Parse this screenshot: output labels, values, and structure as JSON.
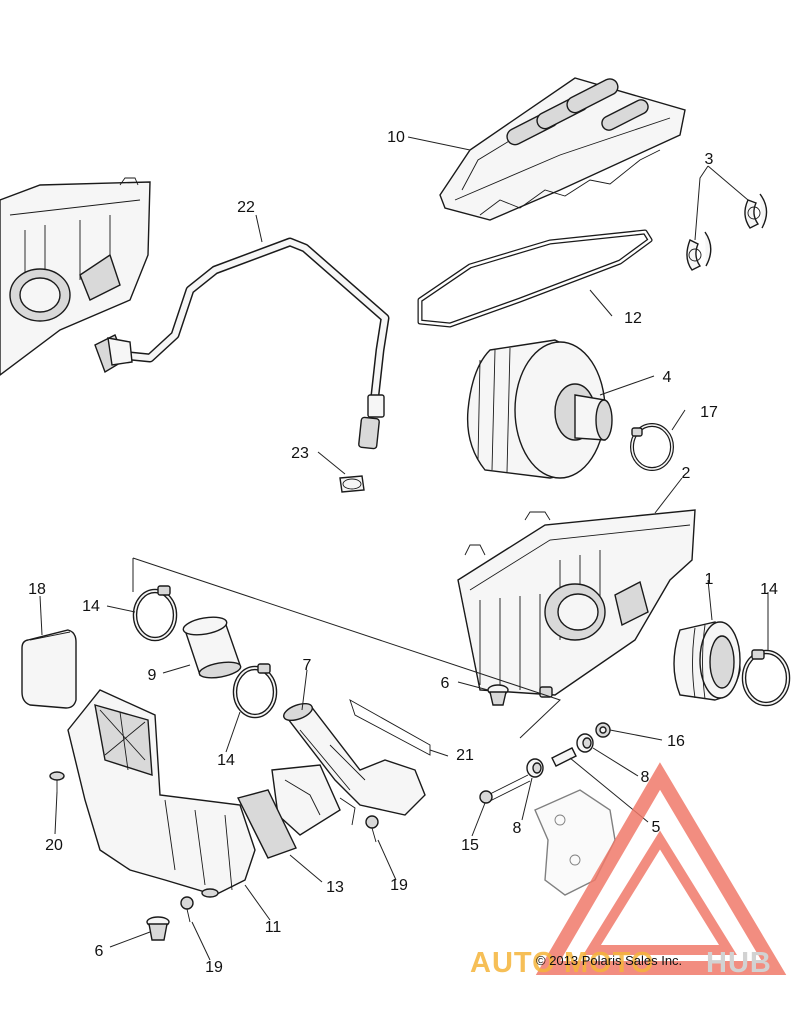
{
  "diagram": {
    "callouts": [
      {
        "id": "c10",
        "text": "10"
      },
      {
        "id": "c3",
        "text": "3"
      },
      {
        "id": "c22",
        "text": "22"
      },
      {
        "id": "c12",
        "text": "12"
      },
      {
        "id": "c4",
        "text": "4"
      },
      {
        "id": "c17",
        "text": "17"
      },
      {
        "id": "c23",
        "text": "23"
      },
      {
        "id": "c2",
        "text": "2"
      },
      {
        "id": "c1",
        "text": "1"
      },
      {
        "id": "c14a",
        "text": "14"
      },
      {
        "id": "c18",
        "text": "18"
      },
      {
        "id": "c14b",
        "text": "14"
      },
      {
        "id": "c9",
        "text": "9"
      },
      {
        "id": "c7",
        "text": "7"
      },
      {
        "id": "c6a",
        "text": "6"
      },
      {
        "id": "c14c",
        "text": "14"
      },
      {
        "id": "c21",
        "text": "21"
      },
      {
        "id": "c16",
        "text": "16"
      },
      {
        "id": "c8a",
        "text": "8"
      },
      {
        "id": "c8b",
        "text": "8"
      },
      {
        "id": "c5",
        "text": "5"
      },
      {
        "id": "c20",
        "text": "20"
      },
      {
        "id": "c15",
        "text": "15"
      },
      {
        "id": "c13",
        "text": "13"
      },
      {
        "id": "c19a",
        "text": "19"
      },
      {
        "id": "c11",
        "text": "11"
      },
      {
        "id": "c6b",
        "text": "6"
      },
      {
        "id": "c19b",
        "text": "19"
      }
    ],
    "copyright": "© 2013 Polaris Sales Inc.",
    "watermark": {
      "part1": "AUTO",
      "part2": "MOTO",
      "part3": "HUB",
      "color_logo": "#f07a6a",
      "color_auto": "#f5b43a",
      "color_hub": "#d2d2d2"
    }
  }
}
